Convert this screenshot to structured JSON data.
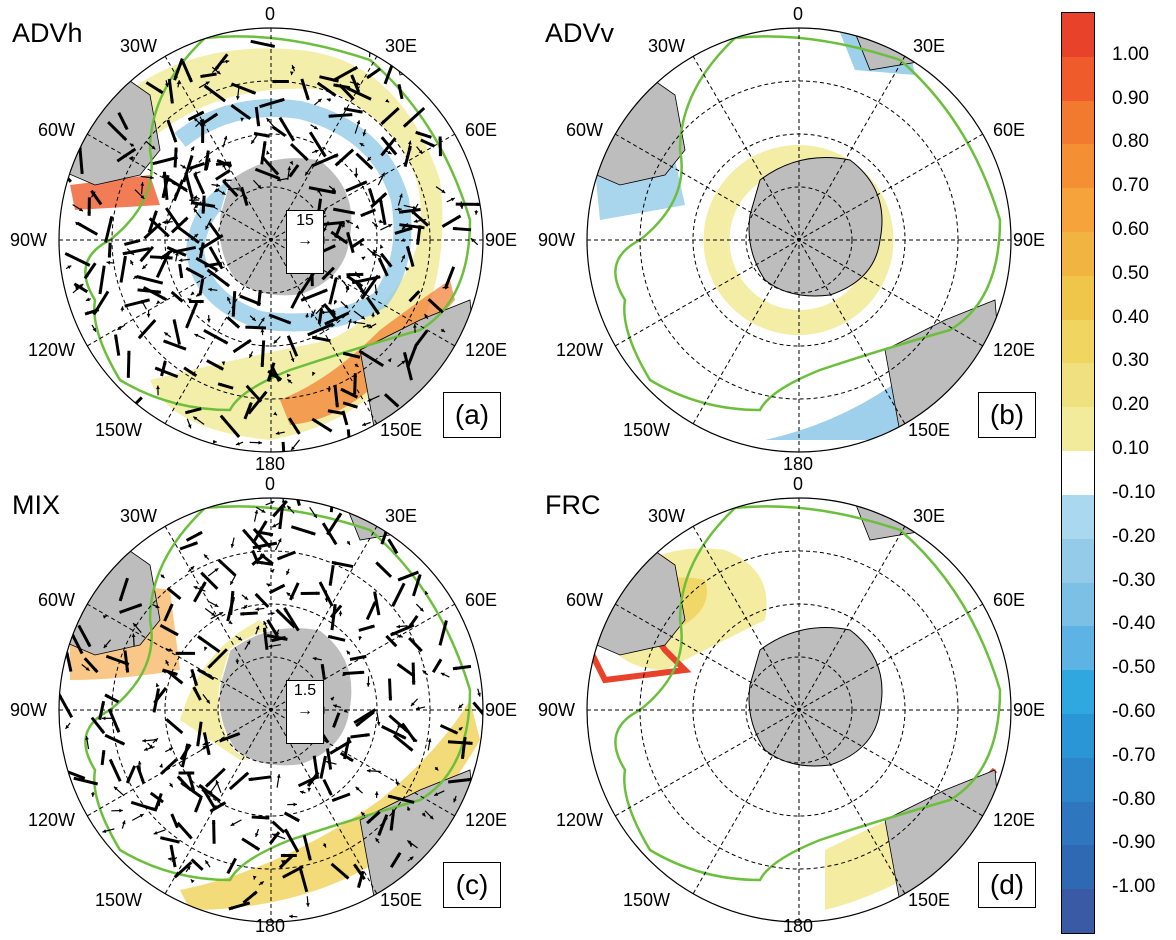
{
  "figure": {
    "panels": [
      {
        "id": "a",
        "title": "ADVh",
        "label": "(a)",
        "reference_vector": "15",
        "arrow": "→"
      },
      {
        "id": "b",
        "title": "ADVv",
        "label": "(b)"
      },
      {
        "id": "c",
        "title": "MIX",
        "label": "(c)",
        "reference_vector": "1.5",
        "arrow": "→"
      },
      {
        "id": "d",
        "title": "FRC",
        "label": "(d)"
      }
    ],
    "longitude_labels": {
      "top": "0",
      "bottom": "180",
      "left": "90W",
      "right": "90E",
      "upper_left_1": "30W",
      "upper_left_2": "60W",
      "upper_right_1": "30E",
      "upper_right_2": "60E",
      "lower_left_1": "120W",
      "lower_left_2": "150W",
      "lower_right_1": "120E",
      "lower_right_2": "150E"
    },
    "projection": "south polar stereographic",
    "land_color": "#bdbdbd",
    "front_line_color": "#6cbf3c"
  },
  "colorbar": {
    "labels": [
      "1.00",
      "0.90",
      "0.80",
      "0.70",
      "0.60",
      "0.50",
      "0.40",
      "0.30",
      "0.20",
      "0.10",
      "-0.10",
      "-0.20",
      "-0.30",
      "-0.40",
      "-0.50",
      "-0.60",
      "-0.70",
      "-0.80",
      "-0.90",
      "-1.00"
    ],
    "colors": [
      "#e8432a",
      "#ef5b2a",
      "#f27a2e",
      "#f48f33",
      "#f5a33a",
      "#f2b441",
      "#efc64a",
      "#f1d561",
      "#f1e07f",
      "#f2eb9c",
      "#ffffff",
      "#aad8ee",
      "#94cbe9",
      "#7cc0e6",
      "#5cb3e4",
      "#2fa8e0",
      "#2b96d5",
      "#2d86c9",
      "#2e77bf",
      "#2f68b3",
      "#3b5aa6"
    ]
  }
}
